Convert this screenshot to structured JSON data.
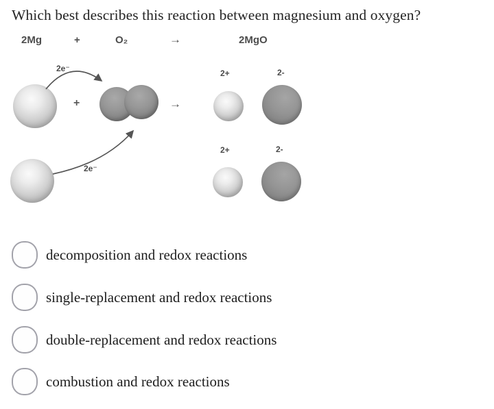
{
  "question": {
    "title": "Which best describes this reaction between magnesium and oxygen?"
  },
  "equation": {
    "term_mg": "2Mg",
    "plus": "+",
    "term_o2": "O₂",
    "arrow": "→",
    "term_mgo": "2MgO"
  },
  "diagram": {
    "electron_top": "2e⁻",
    "electron_bottom": "2e⁻",
    "plus": "+",
    "arrow": "→",
    "ions": {
      "mg_top": "2+",
      "o_top": "2-",
      "mg_bottom": "2+",
      "o_bottom": "2-"
    },
    "colors": {
      "mg_sphere_light": "#d2d2d2",
      "o_sphere_dark": "#828282",
      "arrow_stroke": "#555555"
    }
  },
  "options": [
    {
      "label": "decomposition and redox reactions"
    },
    {
      "label": "single-replacement and redox reactions"
    },
    {
      "label": "double-replacement and redox reactions"
    },
    {
      "label": "combustion and redox reactions"
    }
  ]
}
